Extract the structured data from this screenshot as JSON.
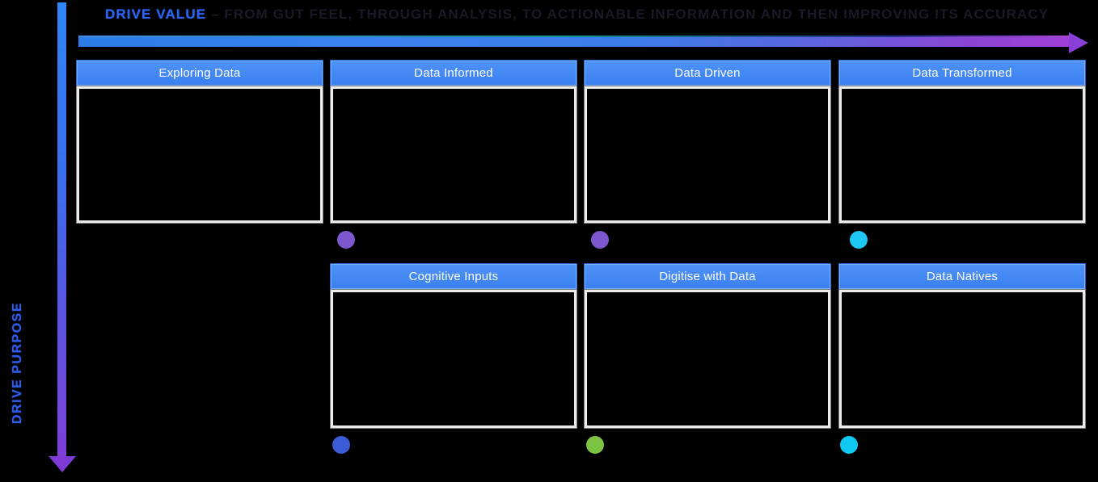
{
  "title": {
    "highlight": "DRIVE VALUE",
    "rest": " – FROM GUT FEEL, THROUGH ANALYSIS, TO ACTIONABLE INFORMATION AND THEN IMPROVING ITS ACCURACY"
  },
  "axes": {
    "horizontal": {
      "name": "drive-value-axis",
      "direction": "left-to-right"
    },
    "vertical": {
      "label": "DRIVE PURPOSE",
      "direction": "top-to-bottom"
    }
  },
  "cards": [
    {
      "id": "exploring-data",
      "title": "Exploring Data",
      "row": 1,
      "col": 1,
      "marker": null
    },
    {
      "id": "data-informed",
      "title": "Data Informed",
      "row": 1,
      "col": 2,
      "marker": "#7c57ce"
    },
    {
      "id": "data-driven",
      "title": "Data Driven",
      "row": 1,
      "col": 3,
      "marker": "#7c57ce"
    },
    {
      "id": "data-transformed",
      "title": "Data Transformed",
      "row": 1,
      "col": 4,
      "marker": "#1ec8f5"
    },
    {
      "id": "cognitive-inputs",
      "title": "Cognitive Inputs",
      "row": 2,
      "col": 2,
      "marker": "#3b5cd6"
    },
    {
      "id": "digitise-with-data",
      "title": "Digitise with Data",
      "row": 2,
      "col": 3,
      "marker": "#7cc344"
    },
    {
      "id": "data-natives",
      "title": "Data Natives",
      "row": 2,
      "col": 4,
      "marker": "#0fc9f2"
    }
  ],
  "theme": {
    "canvas_bg": "#000000",
    "title_highlight_color": "#2e63f0",
    "title_rest_color": "#1a1a26",
    "vertical_label_color": "#2e5be8",
    "header_fill": "#3f87f3",
    "header_border": "#2a63c6",
    "header_text": "#ffffff",
    "card_border": "#ececec",
    "arrow_blue": "#2f86f6",
    "arrow_purple": "#8a3fd8",
    "arrow_teal": "#12a89e"
  }
}
